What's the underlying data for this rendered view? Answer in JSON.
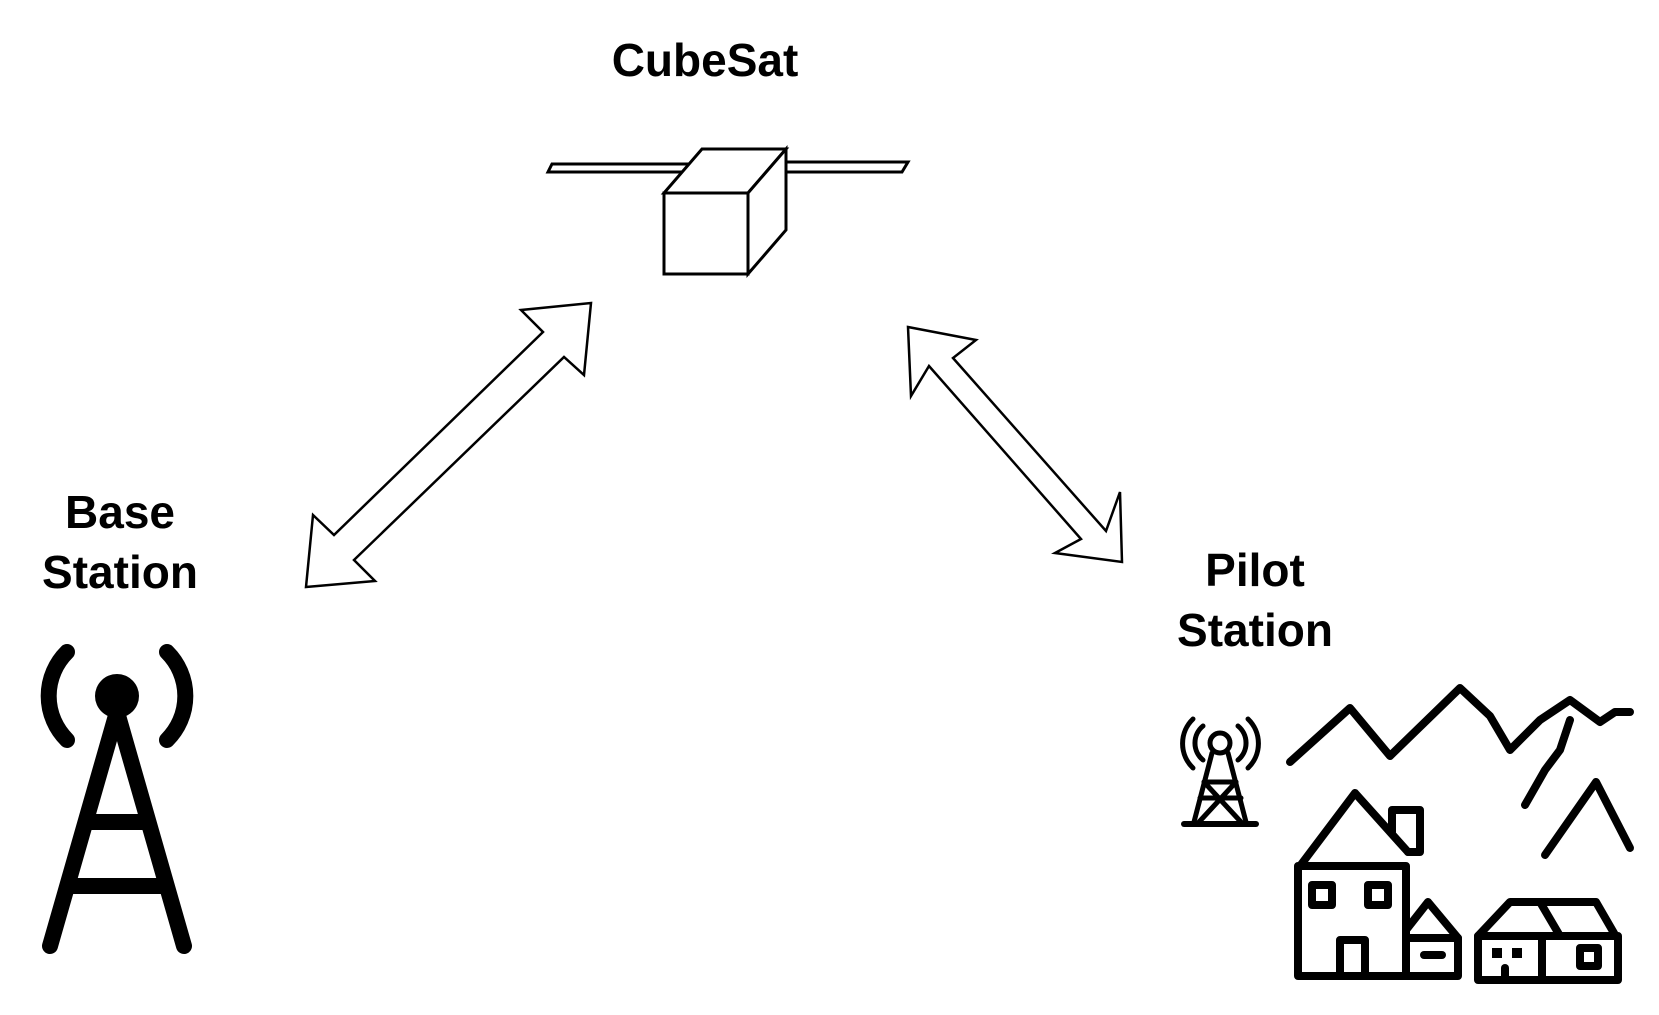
{
  "nodes": {
    "cubesat": {
      "label": "CubeSat",
      "icon": "cubesat-icon"
    },
    "base_station": {
      "label_line1": "Base",
      "label_line2": "Station",
      "icon": "radio-tower-icon"
    },
    "pilot_station": {
      "label_line1": "Pilot",
      "label_line2": "Station",
      "icon": "village-with-antenna-icon"
    }
  },
  "links": [
    {
      "from": "base_station",
      "to": "cubesat",
      "type": "bidirectional"
    },
    {
      "from": "cubesat",
      "to": "pilot_station",
      "type": "bidirectional"
    }
  ],
  "colors": {
    "stroke": "#000000",
    "fill": "#ffffff"
  }
}
